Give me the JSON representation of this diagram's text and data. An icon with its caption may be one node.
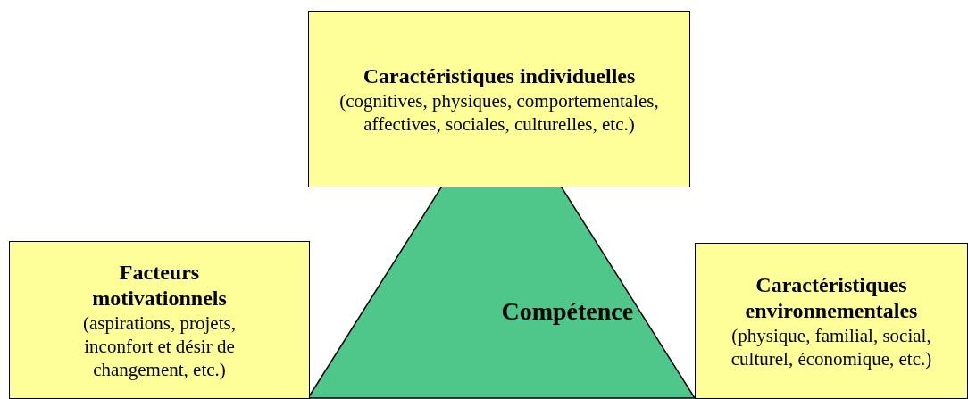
{
  "diagram": {
    "nodes": [
      {
        "text": [
          "Caractéristiques individuelles",
          "(cognitives, physiques, comportementales, affectives, sociales, culturelles, etc.)"
        ]
      },
      {
        "text": [
          "Facteurs motivationnels",
          "(aspirations, projets, inconfort et désir de changement, etc.)"
        ]
      },
      {
        "text": [
          "Compétence"
        ]
      },
      {
        "text": [
          "Caractéristiques environnementales",
          "(physique, familial, social, culturel, économique, etc.)"
        ]
      }
    ]
  }
}
